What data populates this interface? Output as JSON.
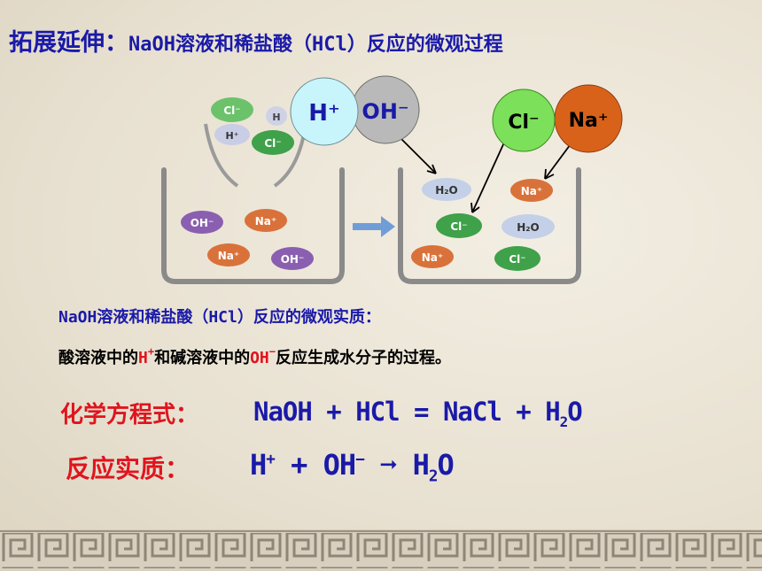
{
  "title": {
    "main": "拓展延伸：",
    "sub": "NaOH溶液和稀盐酸（HCl）反应的微观过程"
  },
  "ions": {
    "hplus": "H⁺",
    "ohminus": "OH⁻",
    "clminus": "Cl⁻",
    "naplus": "Na⁺",
    "small_cl": "Cl⁻",
    "small_h": "H⁺",
    "small_oh": "OH⁻",
    "small_na": "Na⁺",
    "small_h2o": "H₂O",
    "small_hpart": "H"
  },
  "essence": {
    "title_part1": "NaOH溶液和稀盐酸（HCl）反应的微观实质：",
    "desc_a": "酸溶液中的",
    "desc_h": "H",
    "desc_plus": "+",
    "desc_b": "和碱溶液中的",
    "desc_oh": "OH",
    "desc_minus": "−",
    "desc_c": "反应生成水分子的过程。"
  },
  "equation": {
    "label": "化学方程式：",
    "text_a": "NaOH + HCl = NaCl + H",
    "sub": "2",
    "text_b": "O"
  },
  "reaction": {
    "label": "反应实质：",
    "h": "H",
    "plus": "+",
    "mid": " + OH",
    "minus": "−",
    "arrow": " ➞ ",
    "h2": "H",
    "sub": "2",
    "o": "O"
  },
  "colors": {
    "title_blue": "#1a1aa8",
    "red": "#e0141e",
    "green_ion": "#3fa14a",
    "purple_ion": "#8a5fb0",
    "orange_ion": "#d9723a",
    "cyan_ion": "#c8f4fb",
    "gray_ion": "#b9b9b9"
  }
}
